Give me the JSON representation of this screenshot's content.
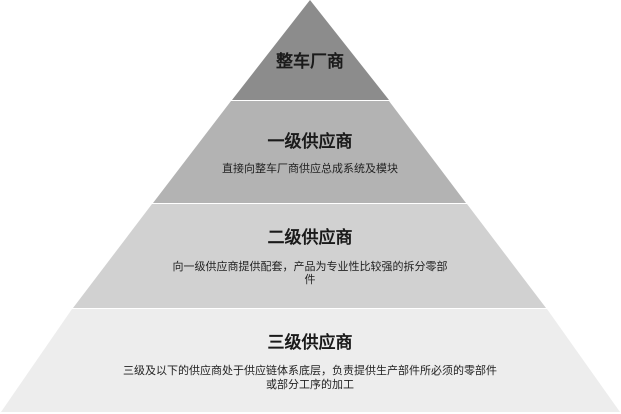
{
  "pyramid": {
    "levels": [
      {
        "title": "整车厂商",
        "description": [],
        "color": "#8c8c8c"
      },
      {
        "title": "一级供应商",
        "description": [
          "直接向整车厂商供应总成系统及模块"
        ],
        "color": "#b3b3b3"
      },
      {
        "title": "二级供应商",
        "description": [
          "向一级供应商提供配套，产品为专业性比较强的拆分零部",
          "件"
        ],
        "color": "#d1d1d1"
      },
      {
        "title": "三级供应商",
        "description": [
          "三级及以下的供应商处于供应链体系底层，负责提供生产部件所必须的零部件",
          "或部分工序的加工"
        ],
        "color": "#ededed"
      }
    ]
  }
}
